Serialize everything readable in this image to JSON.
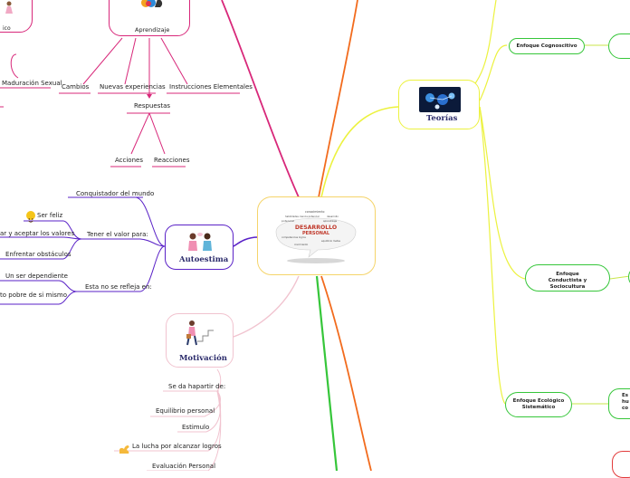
{
  "colors": {
    "teorias": "#ecf23f",
    "autoestima": "#5a22c7",
    "motivacion": "#f1c3cf",
    "aprendizaje": "#d8287a",
    "orange": "#f26b1d",
    "green": "#36c63a",
    "center_border": "#f5d46a"
  },
  "center": {
    "image_alt": "word cloud: DESARROLLO PERSONAL"
  },
  "aprendizaje": {
    "title": "Aprendizaje",
    "left_label": "Maduración Sexual",
    "partial_label": "ico",
    "children": [
      "Cambios",
      "Nuevas experiencias",
      "Instrucciones Elementales"
    ],
    "respuestas": "Respuestas",
    "respuestas_children": [
      "Acciones",
      "Reacciones"
    ]
  },
  "autoestima": {
    "title": "Autoestima",
    "items": {
      "conquistador": "Conquistador del mundo",
      "tener_valor": "Tener el valor para:",
      "ser_feliz": "Ser feliz",
      "aceptar": "ar y aceptar los valores",
      "enfrentar": "Enfrentar obstáculos",
      "no_se_refleja": "Esta no se refleja en:",
      "dependiente": "Un ser dependiente",
      "pobre": "to pobre de si mismo"
    }
  },
  "motivacion": {
    "title": "Motivación",
    "items": [
      "Se da hapartir de:",
      "Equilibrio personal",
      "Estimulo",
      "La lucha por alcanzar logros",
      "Evaluación Personal"
    ]
  },
  "teorias": {
    "title": "Teorías",
    "items": [
      "Enfoque Cognoscitivo",
      "Enfoque Conductista y Sociocultura",
      "Enfoque Ecológico Sistemático"
    ],
    "cut_text": [
      "Es",
      "hu",
      "co"
    ]
  },
  "icons": {
    "smile": "smile-emoji-icon",
    "muscle": "flexed-biceps-emoji-icon"
  }
}
